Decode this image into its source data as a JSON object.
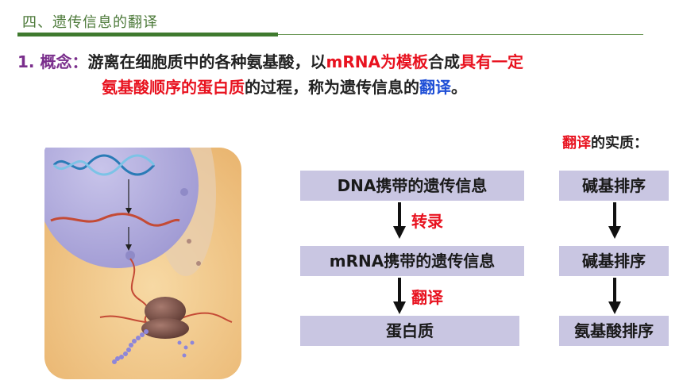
{
  "header": {
    "title": "四、遗传信息的翻译"
  },
  "concept": {
    "number": "1. 概念：",
    "line1_plain_a": "游离在细胞质中的各种氨基酸，以",
    "line1_red_b": "mRNA为模板",
    "line1_plain_c": "合成",
    "line1_red_d": "具有一定",
    "line2_red_a": "氨基酸顺序的蛋白质",
    "line2_plain_b": "的过程，称为遗传信息的",
    "line2_blue_c": "翻译",
    "line2_plain_d": "。"
  },
  "flow": {
    "box1": "DNA携带的遗传信息",
    "label1": "转录",
    "box2": "mRNA携带的遗传信息",
    "label2": "翻译",
    "box3": "蛋白质"
  },
  "essence": {
    "title_red": "翻译",
    "title_plain": "的实质：",
    "box1": "碱基排序",
    "box2": "碱基排序",
    "box3": "氨基酸排序"
  },
  "colors": {
    "header_green": "#3f7a2e",
    "box_fill": "#c9c6e2",
    "emphasis_red": "#e8121f",
    "emphasis_blue": "#1f4fd6",
    "number_purple": "#7a2e8c"
  }
}
